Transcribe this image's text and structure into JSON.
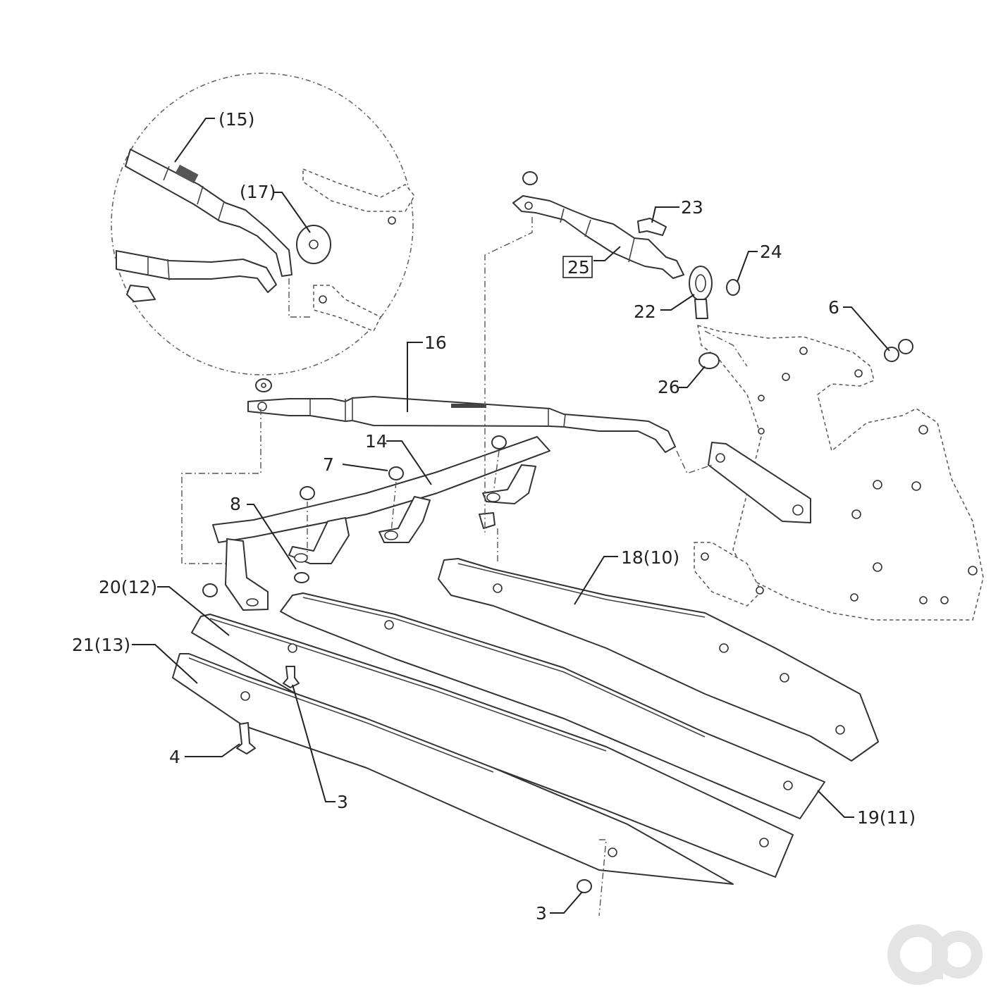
{
  "callouts": {
    "c15": "(15)",
    "c17": "(17)",
    "c16": "16",
    "c14": "14",
    "c7": "7",
    "c8": "8",
    "c23": "23",
    "c24": "24",
    "c25": "25",
    "c22": "22",
    "c6": "6",
    "c26": "26",
    "c18": "18(10)",
    "c20": "20(12)",
    "c21": "21(13)",
    "c4": "4",
    "c3a": "3",
    "c3b": "3",
    "c19": "19(11)"
  },
  "logo": {
    "name": "ao-logo",
    "text": "ao"
  }
}
